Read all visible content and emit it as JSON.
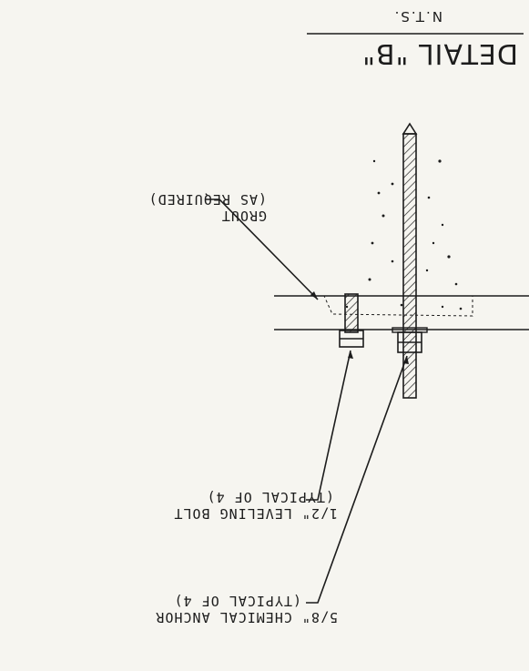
{
  "detail": {
    "title": "DETAIL \"B\"",
    "scale": "N.T.S."
  },
  "labels": {
    "grout_line1": "GROUT",
    "grout_line2": "(AS REQUIRED)",
    "leveling_line1": "1/2\" LEVELING BOLT",
    "leveling_line2": "(TYPICAL OF 4)",
    "anchor_line1": "5/8\" CHEMICAL ANCHOR",
    "anchor_line2": "(TYPICAL OF 4)"
  },
  "colors": {
    "paper": "#f6f5f0",
    "ink": "#1c1c1c"
  },
  "orientation": "rotated 180 degrees"
}
